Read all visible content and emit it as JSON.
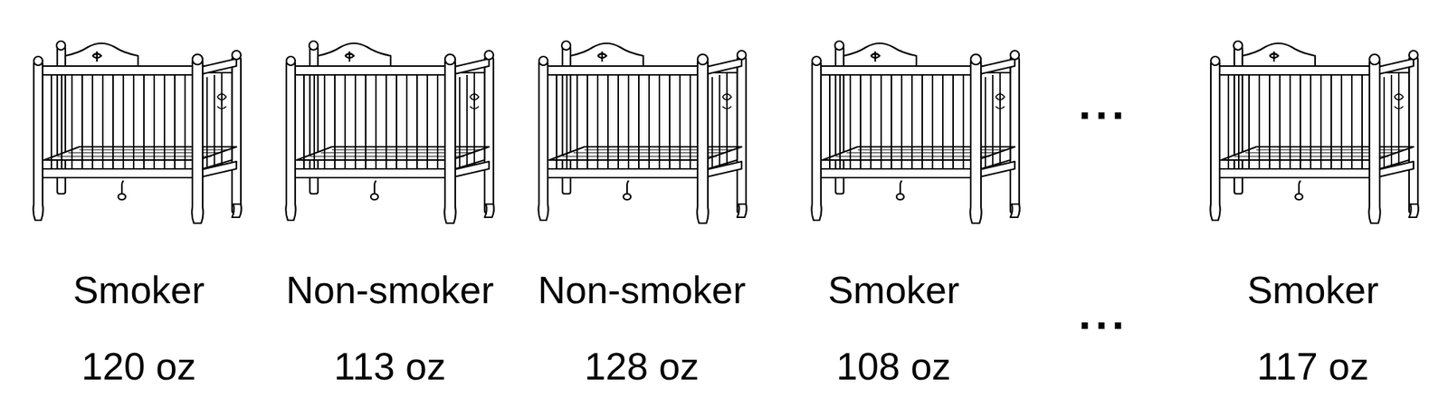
{
  "diagram": {
    "labels": [
      "...",
      "Smoker",
      "Non-smoker",
      "Non-smoker",
      "Smoker",
      "...",
      "Smoker",
      "120 oz",
      "113 oz",
      "128 oz",
      "108 oz",
      "117 oz"
    ]
  }
}
